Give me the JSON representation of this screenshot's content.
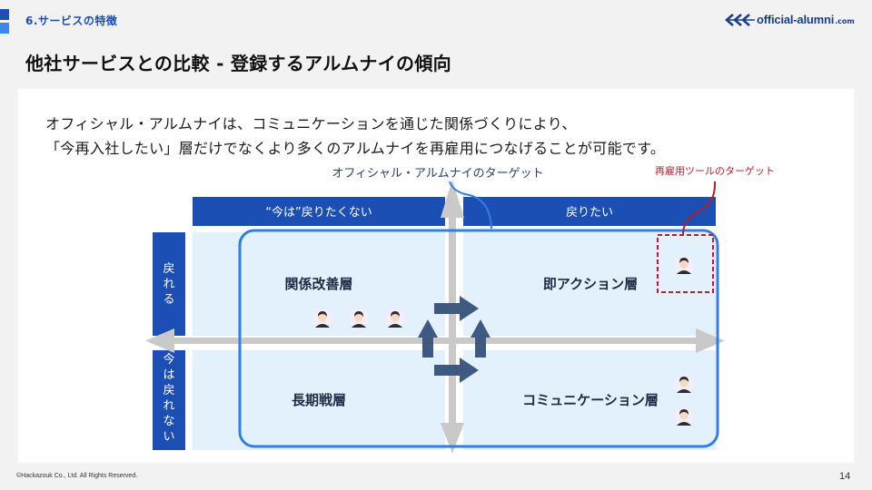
{
  "header": {
    "section": "6.サービスの特徴",
    "title": "他社サービスとの比較 - 登録するアルムナイの傾向",
    "logo_text": "official-alumni",
    "logo_domain": ".com"
  },
  "description": {
    "line1": "オフィシャル・アルムナイは、コミュニケーションを通じた関係づくりにより、",
    "line2": "「今再入社したい」層だけでなくより多くのアルムナイを再雇用につなげることが可能です。"
  },
  "diagram": {
    "official_target_label": "オフィシャル・アルムナイのターゲット",
    "rehire_tool_target_label": "再雇用ツールのターゲット",
    "column_headers": [
      "“今は”戻りたくない",
      "戻りたい"
    ],
    "row_headers": [
      "戻れる",
      "今は戻れない"
    ],
    "quadrants": {
      "top_left": "関係改善層",
      "top_right": "即アクション層",
      "bottom_left": "長期戦層",
      "bottom_right": "コミュニケーション層"
    },
    "colors": {
      "header_blue": "#1c4fb4",
      "quadrant_bg": "#e3f1fc",
      "target_outline": "#2f7ee6",
      "rehire_outline": "#b3202c",
      "axis_gray": "#c9c9c9",
      "flow_arrow": "#3f5a80"
    }
  },
  "footer": {
    "copyright": "©Hackazouk Co., Ltd. All Rights Reserved.",
    "page_number": "14"
  }
}
